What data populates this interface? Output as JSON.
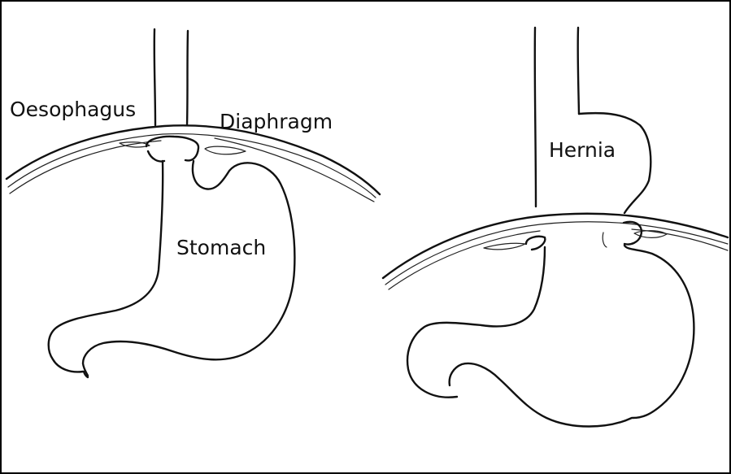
{
  "labels": {
    "oesophagus": "Oesophagus",
    "diaphragm": "Diaphragm",
    "stomach": "Stomach",
    "hernia": "Hernia"
  },
  "colors": {
    "ink": "#111111",
    "background": "#ffffff",
    "border": "#000000"
  }
}
